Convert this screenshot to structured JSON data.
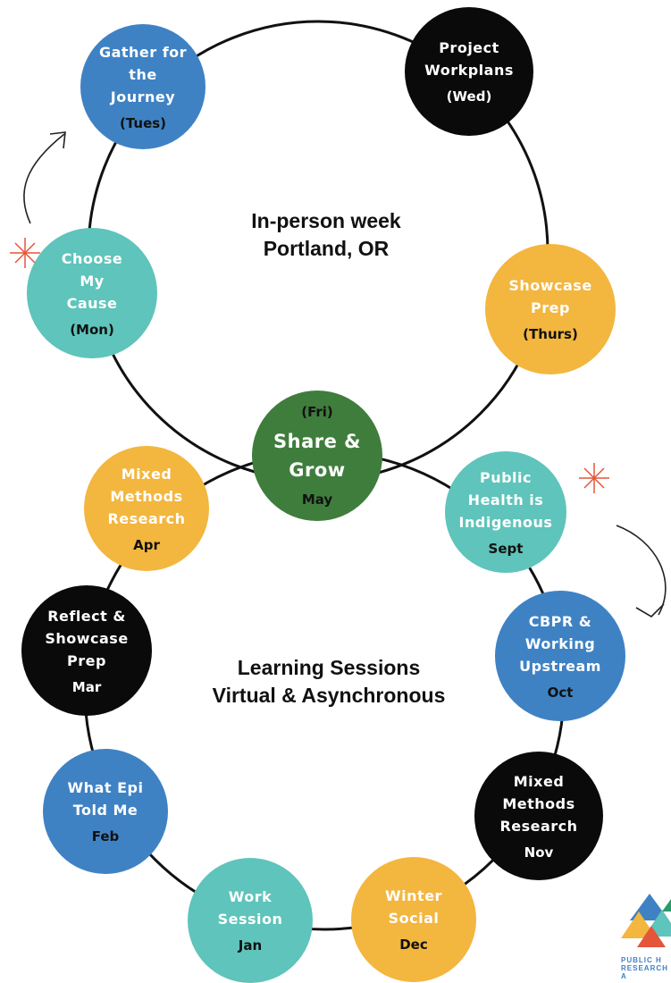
{
  "colors": {
    "teal": "#5fc4bb",
    "blue": "#3f82c4",
    "black": "#0a0a0a",
    "gold": "#f3b63f",
    "green": "#3f7d3d",
    "accent": "#e4553a"
  },
  "upper_title": [
    "In-person week",
    "Portland, OR"
  ],
  "lower_title": [
    "Learning Sessions",
    "Virtual & Asynchronous"
  ],
  "upper_nodes": [
    {
      "name": "node-gather-for-the-journey",
      "lines": [
        "Gather for",
        "the",
        "Journey"
      ],
      "sub": "(Tues)",
      "color": "blue",
      "sub_pre": false
    },
    {
      "name": "node-project-workplans",
      "lines": [
        "Project",
        "Workplans"
      ],
      "sub": "(Wed)",
      "color": "black",
      "sub_pre": false
    },
    {
      "name": "node-showcase-prep",
      "lines": [
        "Showcase",
        "Prep"
      ],
      "sub": "(Thurs)",
      "color": "gold",
      "sub_pre": false
    },
    {
      "name": "node-choose-my-cause",
      "lines": [
        "Choose",
        "My",
        "Cause"
      ],
      "sub": "(Mon)",
      "color": "teal",
      "sub_pre": false
    },
    {
      "name": "node-share-and-grow",
      "lines": [
        "Share &",
        "Grow"
      ],
      "sub": "May",
      "pre": "(Fri)",
      "color": "green",
      "sub_pre": true
    }
  ],
  "lower_nodes": [
    {
      "name": "node-mixed-methods-apr",
      "lines": [
        "Mixed",
        "Methods",
        "Research"
      ],
      "sub": "Apr",
      "color": "gold"
    },
    {
      "name": "node-public-health-indigenous",
      "lines": [
        "Public",
        "Health is",
        "Indigenous"
      ],
      "sub": "Sept",
      "color": "teal"
    },
    {
      "name": "node-reflect-showcase-prep",
      "lines": [
        "Reflect &",
        "Showcase",
        "Prep"
      ],
      "sub": "Mar",
      "color": "black"
    },
    {
      "name": "node-cbpr-working-upstream",
      "lines": [
        "CBPR &",
        "Working",
        "Upstream"
      ],
      "sub": "Oct",
      "color": "blue"
    },
    {
      "name": "node-what-epi-told-me",
      "lines": [
        "What Epi",
        "Told Me"
      ],
      "sub": "Feb",
      "color": "blue"
    },
    {
      "name": "node-mixed-methods-nov",
      "lines": [
        "Mixed",
        "Methods",
        "Research"
      ],
      "sub": "Nov",
      "color": "black"
    },
    {
      "name": "node-work-session",
      "lines": [
        "Work",
        "Session"
      ],
      "sub": "Jan",
      "color": "teal"
    },
    {
      "name": "node-winter-social",
      "lines": [
        "Winter",
        "Social"
      ],
      "sub": "Dec",
      "color": "gold"
    }
  ],
  "logo": {
    "text_line1": "PUBLIC H",
    "text_line2": "RESEARCH A"
  }
}
